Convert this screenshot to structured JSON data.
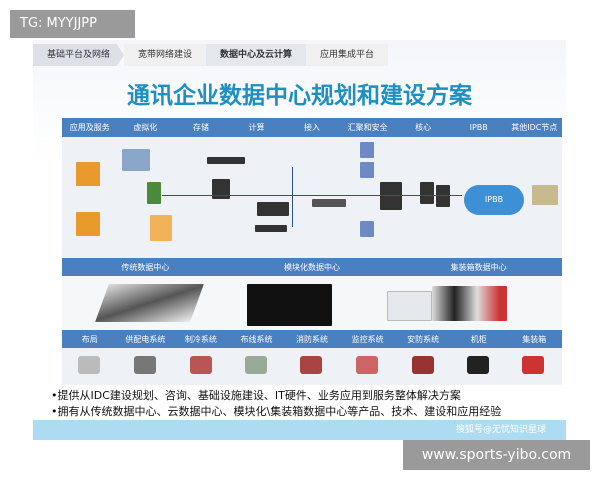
{
  "overlay_label": "TG: MYYJJPP",
  "watermark_url": "www.sports-yibo.com",
  "tabs": [
    "基础平台及网络",
    "宽带网络建设",
    "数据中心及云计算",
    "应用集成平台"
  ],
  "active_tab": "数据中心及云计算",
  "title": "通讯企业数据中心规划和建设方案",
  "layers": [
    "应用及服务",
    "虚拟化",
    "存储",
    "计算",
    "接入",
    "汇聚和安全",
    "核心",
    "IPBB",
    "其他IDC节点"
  ],
  "cloud_label": "IPBB",
  "dc_types": [
    "传统数据中心",
    "模块化数据中心",
    "集装箱数据中心"
  ],
  "subsystems": [
    "布局",
    "供配电系统",
    "制冷系统",
    "布线系统",
    "消防系统",
    "监控系统",
    "安防系统",
    "机柜",
    "集装箱"
  ],
  "bullets": [
    "•提供从IDC建设规划、咨询、基础设施建设、IT硬件、业务应用到服务整体解决方案",
    "•拥有从传统数据中心、云数据中心、模块化\\集装箱数据中心等产品、技术、建设和应用经验"
  ],
  "footer_credit": "搜狐号@无忧知识星球",
  "colors": {
    "bar": "#4a7fc0",
    "title": "#1d8fc1",
    "footer": "#addcf2"
  }
}
